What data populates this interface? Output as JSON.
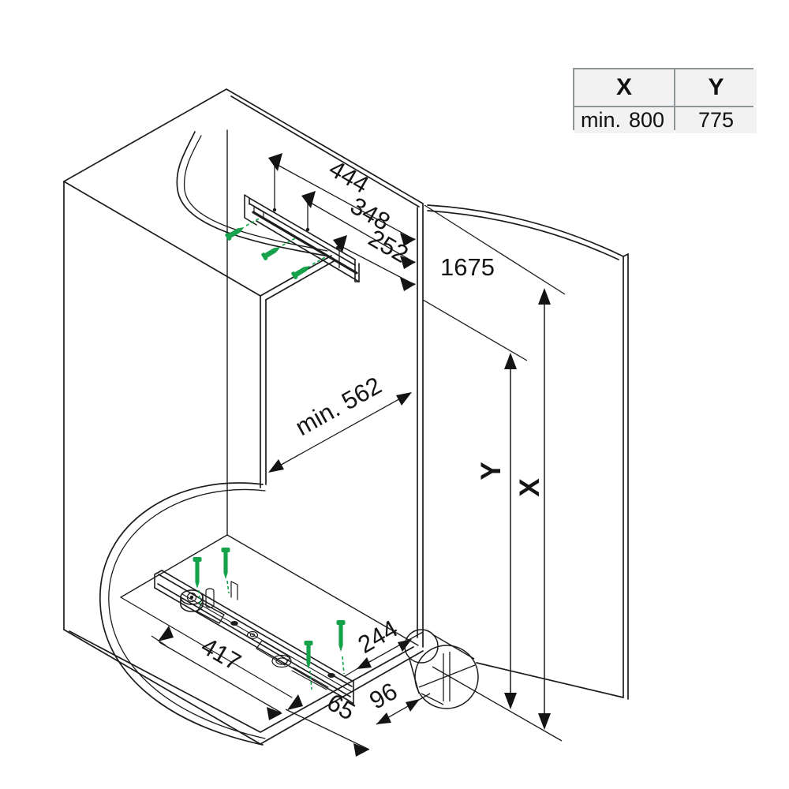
{
  "title": "furniture-fitting-installation-diagram",
  "table": {
    "headers": {
      "x": "X",
      "y": "Y"
    },
    "row": {
      "label": "min.",
      "x_value": "800",
      "y_value": "775"
    }
  },
  "dims": {
    "d444": "444",
    "d348": "348",
    "d252": "252",
    "d1675": "1675",
    "dmin562": "min. 562",
    "d417": "417",
    "d65": "65",
    "d96": "96",
    "d244": "244",
    "axis_y": "Y",
    "axis_x": "X"
  },
  "colors": {
    "line": "#1c1c1c",
    "dimension_line": "#1c1c1c",
    "screw_green": "#15a24b",
    "table_bg": "#f1f2f1",
    "table_border": "#8f9596"
  }
}
